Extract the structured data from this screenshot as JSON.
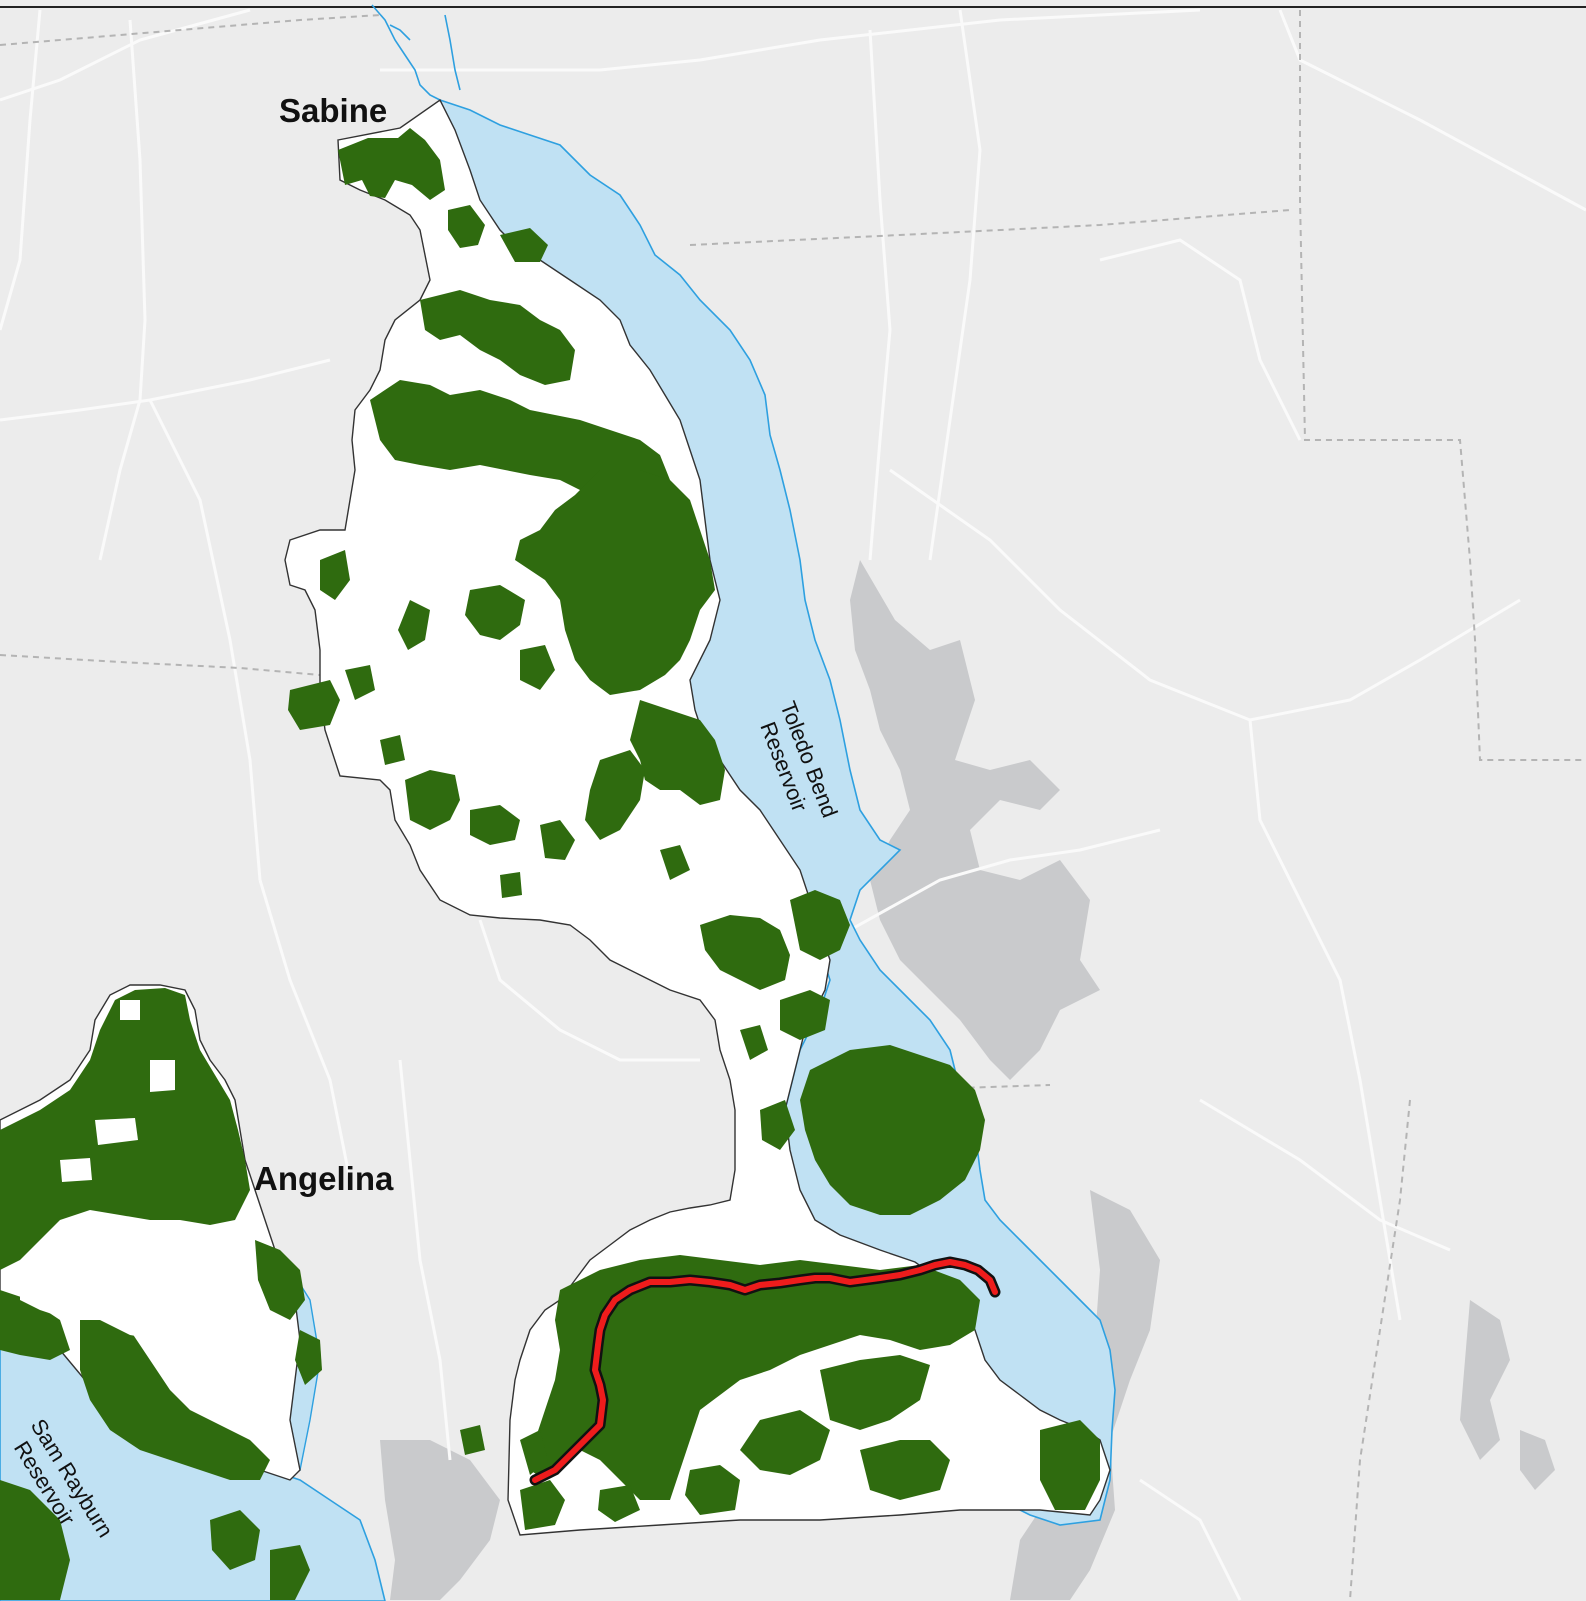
{
  "map": {
    "labels": {
      "sabine": "Sabine",
      "angelina": "Angelina",
      "toledo_bend_line1": "Toledo Bend",
      "toledo_bend_line2": "Reservoir",
      "sam_rayburn_line1": "Sam Rayburn",
      "sam_rayburn_line2": "Reservoir"
    },
    "colors": {
      "background": "#ececec",
      "national_forest": "#ffffff",
      "forest_cover": "#2f6b0f",
      "reservoir": "#c0e1f3",
      "shoreline": "#2ea0e0",
      "other_lakes": "#c9cacc",
      "roads": "#fafafa",
      "county_boundaries": "#b4b4b4",
      "trail": "#ee1c1c"
    },
    "features": {
      "trail": "highlighted trail (red)",
      "icons": [
        "trail-icon",
        "reservoir-icon",
        "forest-icon"
      ]
    }
  }
}
